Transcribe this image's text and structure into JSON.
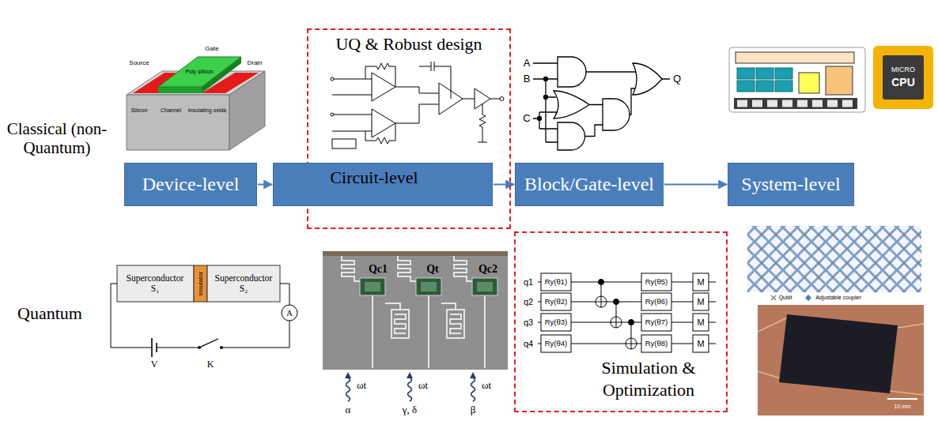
{
  "diagram": {
    "nodes": [
      {
        "text": [
          "UQ & Robust design"
        ]
      },
      {
        "text": [
          "Device-level"
        ]
      },
      {
        "text": [
          "Circuit-level"
        ],
        "in": 0
      },
      {
        "text": [
          "Block/Gate-level"
        ]
      },
      {
        "text": [
          "System-level"
        ]
      },
      {
        "text": [
          "Simulation & Optimization"
        ]
      }
    ],
    "edges": [
      {
        "from": 1,
        "to": 2,
        "arrow": "to"
      },
      {
        "from": 2,
        "to": 3,
        "arrow": "to"
      },
      {
        "from": 3,
        "to": 4,
        "arrow": "to"
      }
    ],
    "labels": [
      "Classical (non-Quantum)",
      "Quantum",
      "Source",
      "Gate",
      "Drain",
      "Poly silicon",
      "Silicon",
      "Channel",
      "Insulating oxide",
      "A",
      "B",
      "C",
      "Q",
      "Superconductor S₁",
      "Insulator",
      "Superconductor S₂",
      "V",
      "K",
      "A",
      "Qc1",
      "Qt",
      "Qc2",
      "ωt",
      "ωt",
      "ωt",
      "α",
      "γ, δ",
      "β",
      "q1",
      "q2",
      "q3",
      "q4",
      "Ry(θ1)",
      "Ry(θ2)",
      "Ry(θ3)",
      "Ry(θ4)",
      "Ry(θ5)",
      "Ry(θ6)",
      "Ry(θ7)",
      "Ry(θ8)",
      "M",
      "M",
      "M",
      "M",
      "Qubit",
      "Adjustable coupler",
      "10 mm",
      "MICRO",
      "CPU"
    ]
  }
}
